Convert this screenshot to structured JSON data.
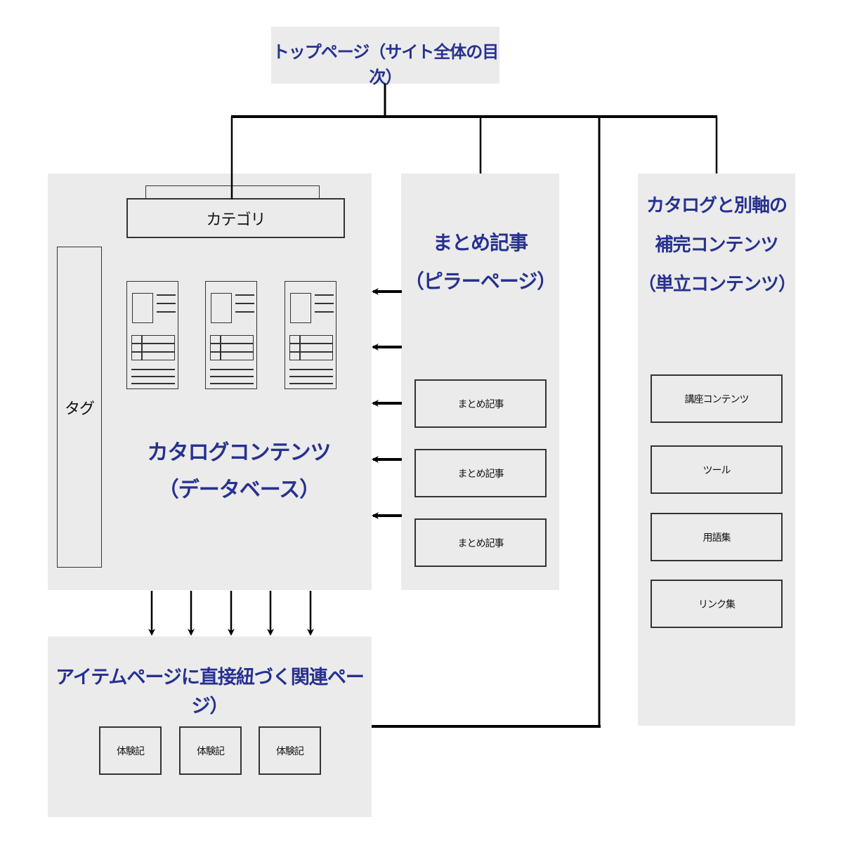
{
  "top": {
    "title": "トップページ（サイト全体の目次）"
  },
  "catalog": {
    "category_label": "カテゴリ",
    "tag_label": "タグ",
    "title_line1": "カタログコンテンツ",
    "title_line2": "（データベース）",
    "card_count": 3
  },
  "pillar": {
    "title_line1": "まとめ記事",
    "title_line2": "（ピラーページ）",
    "items": [
      "まとめ記事",
      "まとめ記事",
      "まとめ記事"
    ]
  },
  "supplement": {
    "title_line1": "カタログと別軸の",
    "title_line2": "補完コンテンツ",
    "title_line3": "（単立コンテンツ）",
    "items": [
      "講座コンテンツ",
      "ツール",
      "用語集",
      "リンク集"
    ]
  },
  "related": {
    "title": "アイテムページに直接紐づく関連ページ）",
    "items": [
      "体験記",
      "体験記",
      "体験記"
    ]
  },
  "colors": {
    "title": "#27318f",
    "panel": "#ebebeb",
    "line": "#000000"
  }
}
